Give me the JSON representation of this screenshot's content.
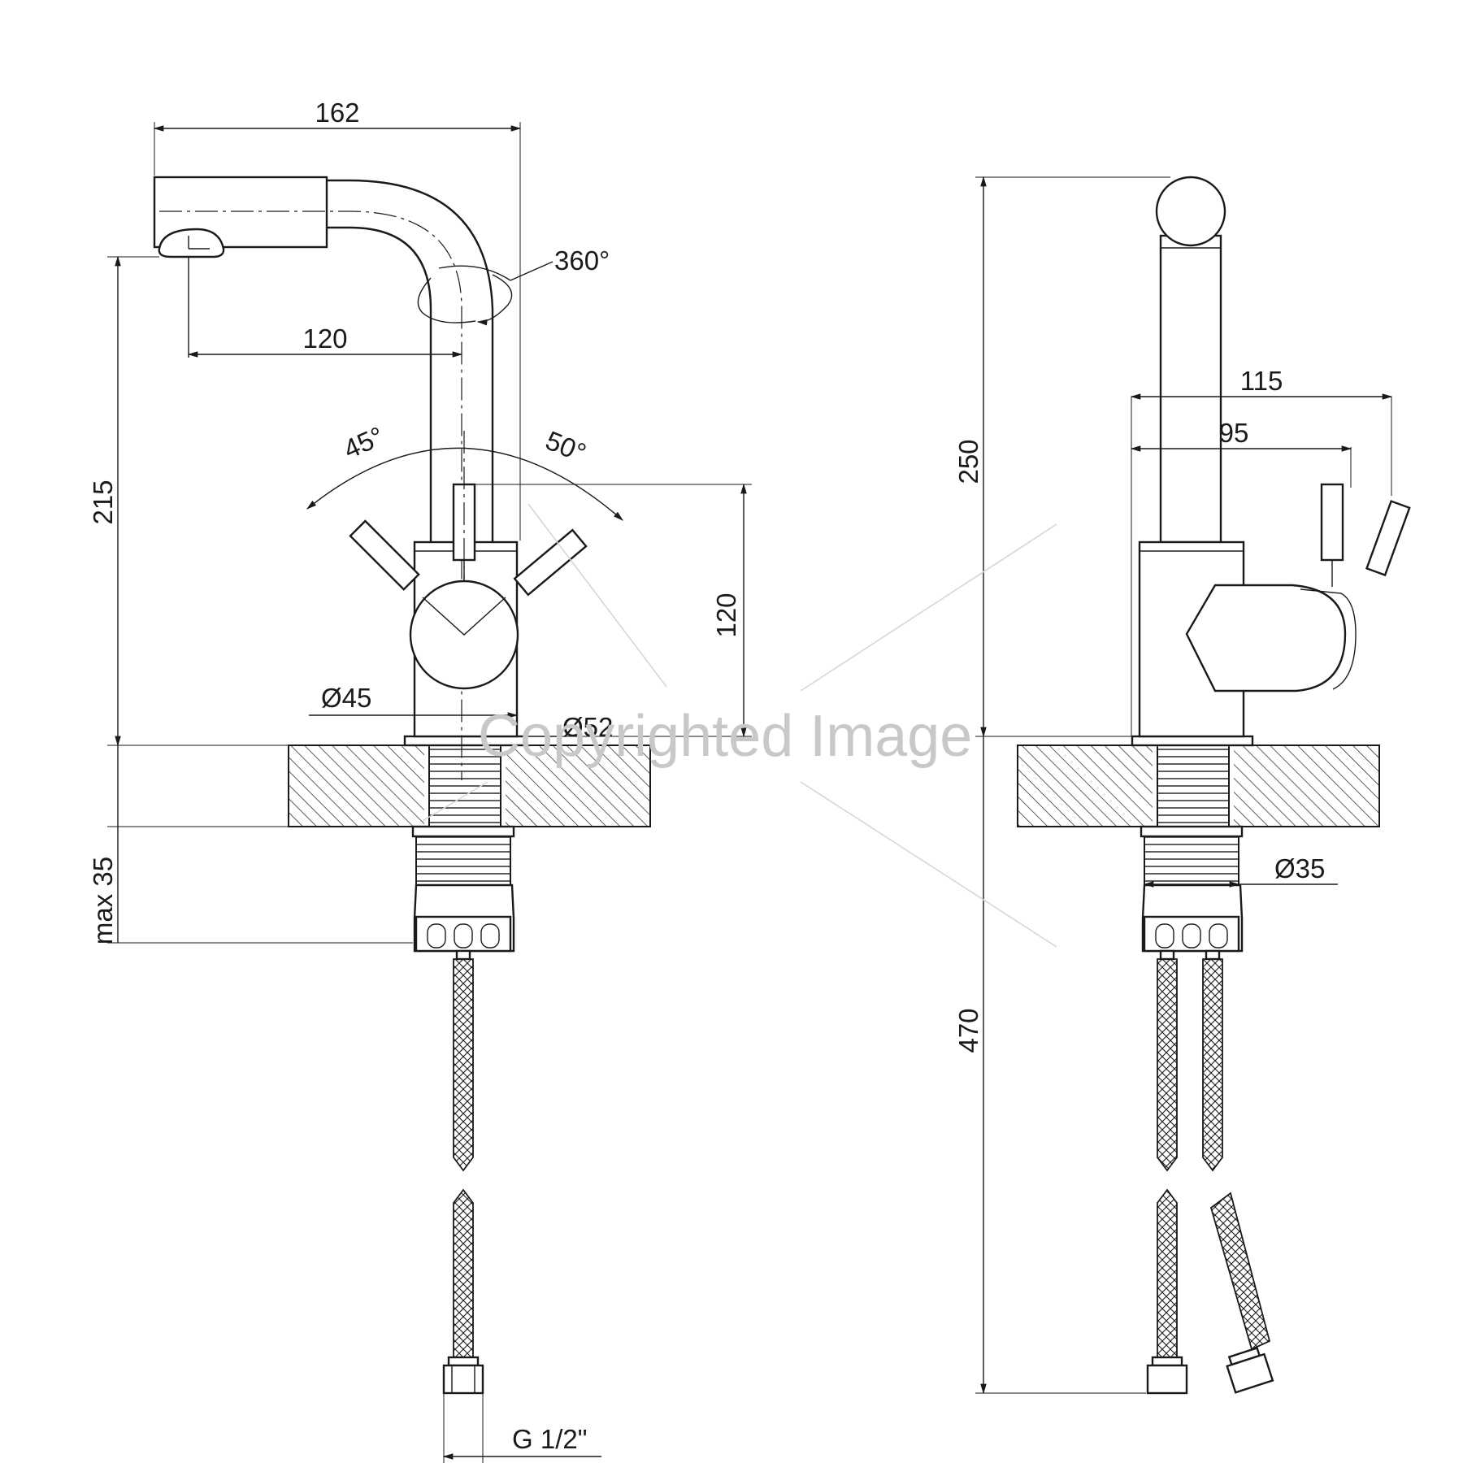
{
  "dimensions": {
    "side_view": {
      "spout_length": "162",
      "reach": "120",
      "swivel": "360°",
      "lever_angle_left": "45°",
      "lever_angle_right": "50°",
      "total_height": "215",
      "lever_height": "120",
      "body_diameter": "Ø45",
      "base_diameter": "Ø52",
      "max_deck_thickness": "max 35",
      "connection_thread": "G 1/2\""
    },
    "front_view": {
      "lever_depth_outer": "115",
      "lever_depth_inner": "95",
      "tap_height": "250",
      "hose_length": "470",
      "shank_diameter": "Ø35"
    }
  },
  "watermark": "Copyrighted Image"
}
